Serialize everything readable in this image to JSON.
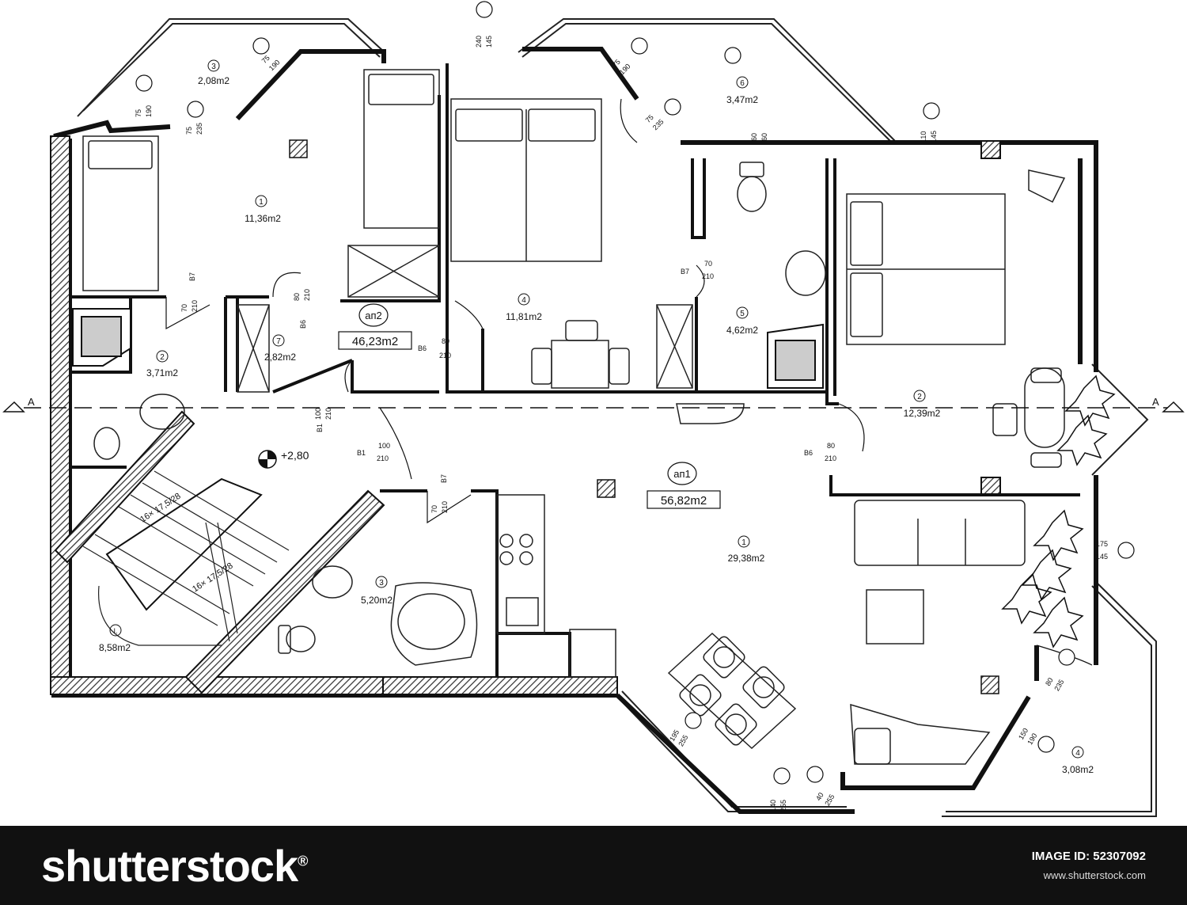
{
  "plan": {
    "section_marker": "A",
    "apartments": [
      {
        "name": "ап2",
        "area": "46,23m2"
      },
      {
        "name": "ап1",
        "area": "56,82m2"
      }
    ],
    "level_mark": "+2,80",
    "rooms": [
      {
        "num": "3",
        "area": "2,08m2"
      },
      {
        "num": "1",
        "area": "11,36m2"
      },
      {
        "num": "2",
        "area": "3,71m2"
      },
      {
        "num": "7",
        "area": "2,82m2"
      },
      {
        "num": "4",
        "area": "11,81m2"
      },
      {
        "num": "6",
        "area": "3,47m2"
      },
      {
        "num": "5",
        "area": "4,62m2"
      },
      {
        "num": "2",
        "area": "12,39m2"
      },
      {
        "num": "1",
        "area": "29,38m2"
      },
      {
        "num": "3",
        "area": "5,20m2"
      },
      {
        "num": "I.",
        "area": "8,58m2"
      },
      {
        "num": "4",
        "area": "3,08m2"
      }
    ],
    "doors": [
      {
        "type": "B7",
        "w": "70",
        "h": "210"
      },
      {
        "type": "B6",
        "w": "80",
        "h": "210"
      },
      {
        "type": "B6",
        "w": "80",
        "h": "210"
      },
      {
        "type": "B7",
        "w": "70",
        "h": "210"
      },
      {
        "type": "B6",
        "w": "80",
        "h": "210"
      },
      {
        "type": "B1",
        "w": "100",
        "h": "210"
      },
      {
        "type": "B1",
        "w": "100",
        "h": "210"
      },
      {
        "type": "B7",
        "w": "70",
        "h": "210"
      }
    ],
    "stairs": [
      "16× 17,5/28",
      "16× 17,5/28"
    ],
    "windows": [
      {
        "w": "75",
        "h": "190"
      },
      {
        "w": "75",
        "h": "235"
      },
      {
        "w": "75",
        "h": "190"
      },
      {
        "w": "240",
        "h": "145"
      },
      {
        "w": "75",
        "h": "190"
      },
      {
        "w": "75",
        "h": "235"
      },
      {
        "w": "60",
        "h": "60"
      },
      {
        "w": "110",
        "h": "145"
      },
      {
        "w": "175",
        "h": "145"
      },
      {
        "w": "80",
        "h": "235"
      },
      {
        "w": "150",
        "h": "190"
      },
      {
        "w": "195",
        "h": "255"
      },
      {
        "w": "140",
        "h": "255"
      },
      {
        "w": "40",
        "h": "255"
      }
    ]
  },
  "footer": {
    "brand": "shutterstock",
    "trademark": "®",
    "image_id_label": "IMAGE ID:",
    "image_id": "52307092",
    "url": "www.shutterstock.com"
  }
}
